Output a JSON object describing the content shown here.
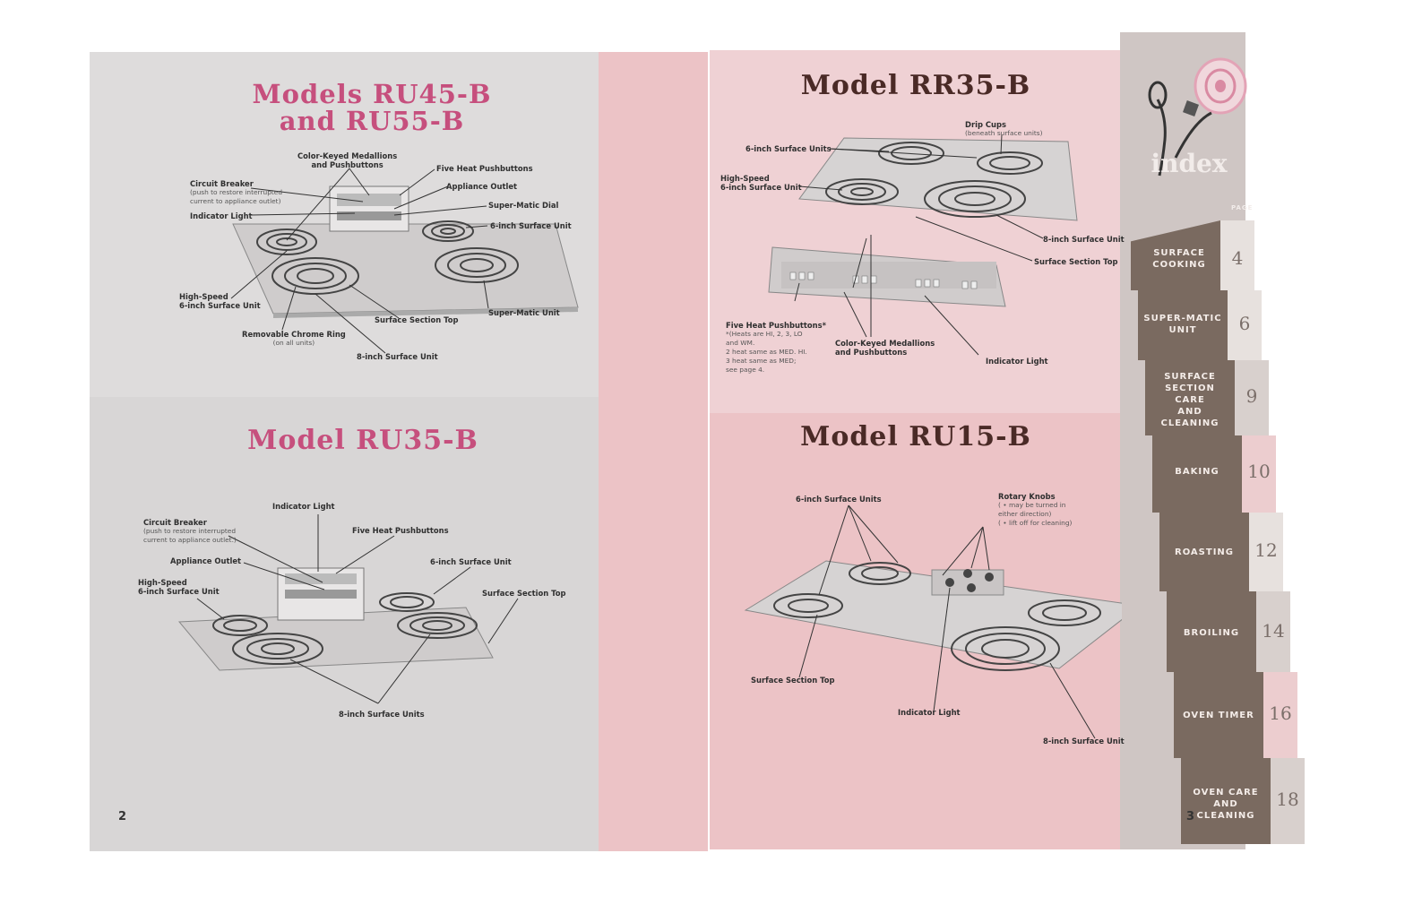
{
  "left_page": {
    "section1": {
      "title_line1": "Models RU45-B",
      "title_line2": "and RU55-B",
      "labels": {
        "medallions": "Color-Keyed Medallions",
        "medallions2": "and Pushbuttons",
        "five_heat": "Five Heat Pushbuttons",
        "circuit_breaker": "Circuit Breaker",
        "circuit_breaker_note1": "(push to restore interrupted",
        "circuit_breaker_note2": "current to appliance outlet)",
        "appliance_outlet": "Appliance Outlet",
        "supermatic_dial": "Super-Matic Dial",
        "indicator_light": "Indicator Light",
        "six_inch_unit": "6-inch Surface Unit",
        "high_speed1": "High-Speed",
        "high_speed2": "6-inch Surface Unit",
        "supermatic_unit": "Super-Matic Unit",
        "section_top": "Surface Section Top",
        "chrome_ring": "Removable Chrome Ring",
        "chrome_ring_note": "(on all units)",
        "eight_inch_unit": "8-inch Surface Unit"
      }
    },
    "section2": {
      "title": "Model RU35-B",
      "labels": {
        "indicator_light": "Indicator Light",
        "circuit_breaker": "Circuit Breaker",
        "circuit_breaker_note1": "(push to restore interrupted",
        "circuit_breaker_note2": "current to appliance outlet.)",
        "five_heat": "Five Heat Pushbuttons",
        "appliance_outlet": "Appliance Outlet",
        "six_inch_unit": "6-inch Surface Unit",
        "high_speed1": "High-Speed",
        "high_speed2": "6-inch Surface Unit",
        "section_top": "Surface Section Top",
        "eight_inch_units": "8-inch Surface Units"
      }
    },
    "page_number": "2"
  },
  "right_page": {
    "section1": {
      "title": "Model RR35-B",
      "labels": {
        "drip_cups": "Drip Cups",
        "drip_cups_note": "(beneath surface units)",
        "six_inch_units": "6-inch Surface Units",
        "high_speed1": "High-Speed",
        "high_speed2": "6-inch Surface Unit",
        "eight_inch_unit": "8-inch Surface Unit",
        "section_top": "Surface Section Top",
        "five_heat": "Five Heat Pushbuttons*",
        "heats_note1": "*(Heats are HI, 2, 3, LO",
        "heats_note2": "and WM.",
        "heats_note3": "2 heat same as MED. HI.",
        "heats_note4": "3 heat same as MED;",
        "heats_note5": "see page 4.",
        "medallions": "Color-Keyed Medallions",
        "medallions2": "and Pushbuttons",
        "indicator_light": "Indicator Light"
      }
    },
    "section2": {
      "title": "Model RU15-B",
      "labels": {
        "six_inch_units": "6-inch Surface Units",
        "rotary_knobs": "Rotary Knobs",
        "rotary_note1": "( • may be turned in",
        "rotary_note2": "either direction)",
        "rotary_note3": "( • lift off for cleaning)",
        "section_top": "Surface Section Top",
        "indicator_light": "Indicator Light",
        "eight_inch_unit": "8-inch Surface Unit"
      }
    },
    "page_number": "3",
    "index": {
      "title": "index",
      "page_header": "PAGE",
      "items": [
        {
          "label_line1": "SURFACE",
          "label_line2": "COOKING",
          "label_line3": "",
          "label_line4": "",
          "page": "4"
        },
        {
          "label_line1": "SUPER-MATIC",
          "label_line2": "UNIT",
          "label_line3": "",
          "label_line4": "",
          "page": "6"
        },
        {
          "label_line1": "SURFACE",
          "label_line2": "SECTION",
          "label_line3": "CARE",
          "label_line4": "AND CLEANING",
          "page": "9"
        },
        {
          "label_line1": "BAKING",
          "label_line2": "",
          "label_line3": "",
          "label_line4": "",
          "page": "10"
        },
        {
          "label_line1": "ROASTING",
          "label_line2": "",
          "label_line3": "",
          "label_line4": "",
          "page": "12"
        },
        {
          "label_line1": "BROILING",
          "label_line2": "",
          "label_line3": "",
          "label_line4": "",
          "page": "14"
        },
        {
          "label_line1": "OVEN TIMER",
          "label_line2": "",
          "label_line3": "",
          "label_line4": "",
          "page": "16"
        },
        {
          "label_line1": "OVEN CARE",
          "label_line2": "AND CLEANING",
          "label_line3": "",
          "label_line4": "",
          "page": "18"
        }
      ]
    }
  },
  "colors": {
    "grey_paper": "#dedcdc",
    "pink_paper": "#ecc3c6",
    "magenta_title": "#c64f7d",
    "dark_title": "#4a2a26",
    "index_tab": "#7a6a60"
  }
}
